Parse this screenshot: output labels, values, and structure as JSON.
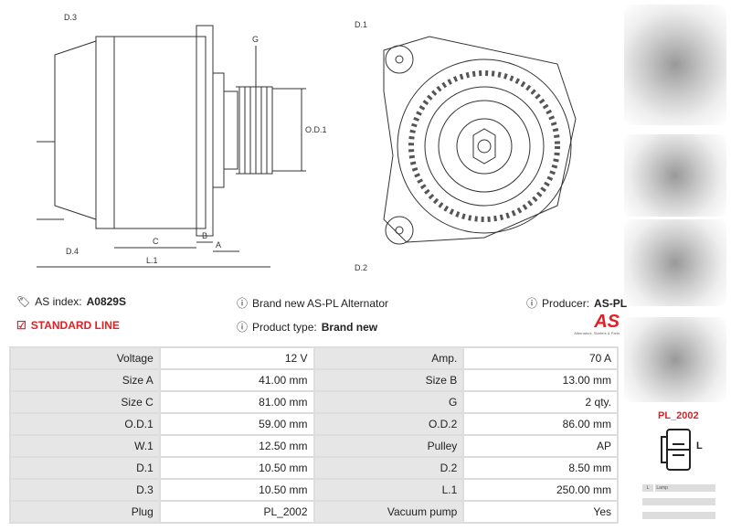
{
  "drawing_labels": {
    "d3": "D.3",
    "d4": "D.4",
    "g": "G",
    "od1": "O.D.1",
    "c": "C",
    "b": "B",
    "a": "A",
    "l1": "L.1",
    "d1": "D.1",
    "d2": "D.2"
  },
  "info": {
    "as_index_label": "AS index:",
    "as_index_value": "A0829S",
    "standard_line": "STANDARD LINE",
    "description": "Brand new AS-PL Alternator",
    "product_type_label": "Product type:",
    "product_type_value": "Brand new",
    "producer_label": "Producer:",
    "producer_value": "AS-PL",
    "logo_text": "AS",
    "logo_tagline": "Alternators, Starters & Parts"
  },
  "colors": {
    "accent": "#e31e24",
    "header_cell": "#e6e6e6"
  },
  "specs": [
    [
      "Voltage",
      "12 V",
      "Amp.",
      "70 A"
    ],
    [
      "Size A",
      "41.00 mm",
      "Size B",
      "13.00 mm"
    ],
    [
      "Size C",
      "81.00 mm",
      "G",
      "2 qty."
    ],
    [
      "O.D.1",
      "59.00 mm",
      "O.D.2",
      "86.00 mm"
    ],
    [
      "W.1",
      "12.50 mm",
      "Pulley",
      "AP"
    ],
    [
      "D.1",
      "10.50 mm",
      "D.2",
      "8.50 mm"
    ],
    [
      "D.3",
      "10.50 mm",
      "L.1",
      "250.00 mm"
    ],
    [
      "Plug",
      "PL_2002",
      "Vacuum pump",
      "Yes"
    ]
  ],
  "plug": {
    "name": "PL_2002",
    "terminal": "L",
    "pins": [
      {
        "id": "L",
        "desc": "Lamp"
      },
      {
        "id": "",
        "desc": ""
      },
      {
        "id": "",
        "desc": ""
      }
    ]
  }
}
